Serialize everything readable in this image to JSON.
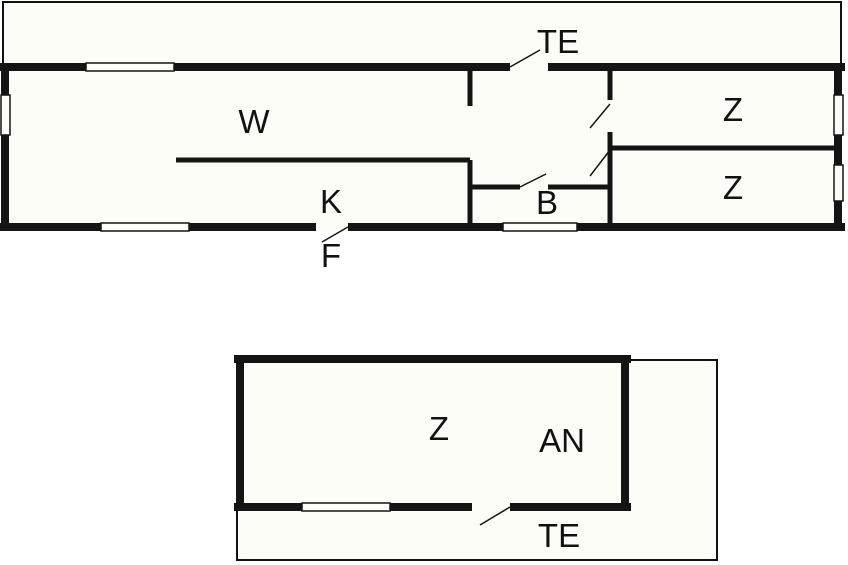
{
  "colors": {
    "background": "#ffffff",
    "floor": "#fcfdf6",
    "wall": "#141414",
    "terrace_outline": "#111111",
    "window": "#fcfdf6"
  },
  "main_building": {
    "terrace_label": "TE",
    "living_label": "W",
    "kitchen_label": "K",
    "bathroom_label": "B",
    "bedroom_top_label": "Z",
    "bedroom_bottom_label": "Z",
    "entrance_label": "F"
  },
  "annex": {
    "bedroom_label": "Z",
    "annex_label": "AN",
    "terrace_label": "TE"
  }
}
